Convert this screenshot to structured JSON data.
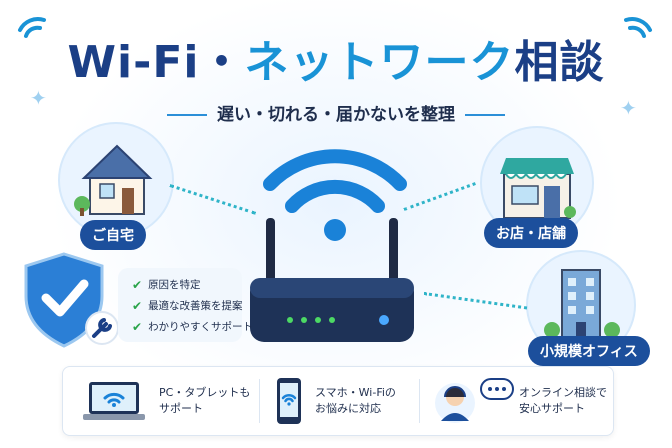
{
  "title": {
    "part1": "Wi-Fi・",
    "part2": "ネットワーク",
    "part3": "相談"
  },
  "subtitle": "遅い・切れる・届かないを整理",
  "places": {
    "home": "ご自宅",
    "shop": "お店・店舗",
    "office": "小規模オフィス"
  },
  "checklist": [
    "原因を特定",
    "最適な改善策を提案",
    "わかりやすくサポート"
  ],
  "bottom": [
    {
      "line1": "PC・タブレットも",
      "line2": "サポート"
    },
    {
      "line1": "スマホ・Wi-Fiの",
      "line2": "お悩みに対応"
    },
    {
      "line1": "オンライン相談で",
      "line2": "安心サポート"
    }
  ],
  "colors": {
    "navy": "#1b3f86",
    "accent": "#1993d6",
    "pill": "#1c4f9c",
    "check": "#2aa44a"
  },
  "icons": [
    "wifi-icon",
    "house-icon",
    "store-icon",
    "office-building-icon",
    "shield-check-icon",
    "wrench-icon",
    "router-icon",
    "laptop-icon",
    "smartphone-icon",
    "support-agent-icon"
  ]
}
